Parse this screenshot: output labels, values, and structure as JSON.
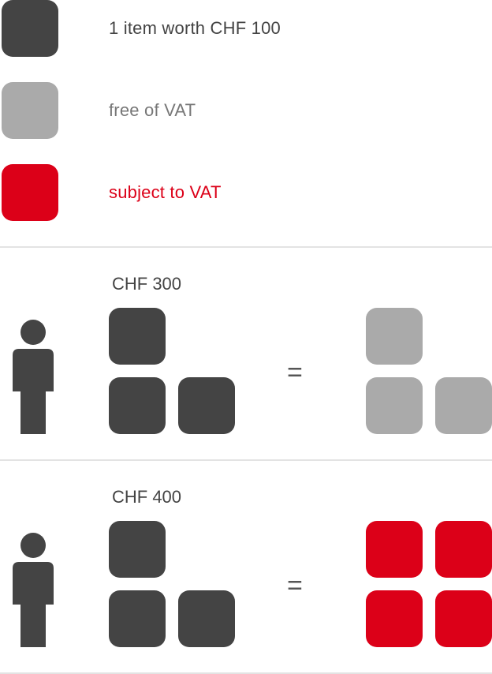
{
  "colors": {
    "item": "#444444",
    "free": "#aaaaaa",
    "vat": "#dc0018",
    "text_free": "#777777"
  },
  "legend": [
    {
      "label": "1 item worth CHF 100",
      "swatch": "item"
    },
    {
      "label": "free of VAT",
      "swatch": "free"
    },
    {
      "label": "subject to VAT",
      "swatch": "vat"
    }
  ],
  "examples": [
    {
      "amount": "CHF 300",
      "items": 3,
      "equals": "=",
      "result": "free of VAT"
    },
    {
      "amount": "CHF 400",
      "items": 3,
      "equals": "=",
      "result": "subject to VAT"
    }
  ],
  "icons": {
    "person": "person-icon"
  }
}
